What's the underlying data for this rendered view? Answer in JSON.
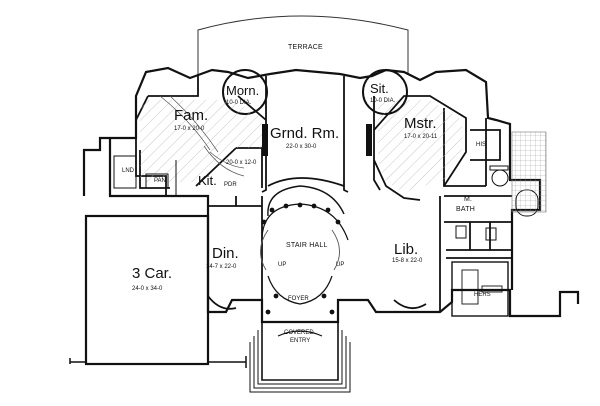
{
  "rooms": {
    "terrace": {
      "name": "TERRACE"
    },
    "morning": {
      "name": "Morn.",
      "dim": "10-0 DIA."
    },
    "sitting": {
      "name": "Sit.",
      "dim": "10-0 DIA."
    },
    "family": {
      "name": "Fam.",
      "dim": "17-0 x 20-0"
    },
    "grand_room": {
      "name": "Grnd. Rm.",
      "dim": "22-0 x 30-0"
    },
    "master": {
      "name": "Mstr.",
      "dim": "17-0 x 20-11"
    },
    "kitchen": {
      "name": "Kit.",
      "dim": "20-0 x 12-0"
    },
    "his": {
      "name": "HIS"
    },
    "hers": {
      "name": "HERS"
    },
    "pan": {
      "name": "PAN"
    },
    "laundry": {
      "name": "LND"
    },
    "powder": {
      "name": "PDR"
    },
    "master_bath": {
      "name": "M.",
      "name2": "BATH"
    },
    "stair_hall": {
      "name": "STAIR HALL"
    },
    "dining": {
      "name": "Din.",
      "dim": "14-7 x 22-0"
    },
    "library": {
      "name": "Lib.",
      "dim": "15-8 x 22-0"
    },
    "garage": {
      "name": "3 Car.",
      "dim": "24-0 x 34-0"
    },
    "foyer": {
      "name": "FOYER"
    },
    "covered_entry": {
      "name": "COVERED",
      "name2": "ENTRY"
    },
    "up_left": {
      "name": "UP"
    },
    "up_right": {
      "name": "UP"
    }
  },
  "colors": {
    "line": "#1a1a1a",
    "wall": "#111111",
    "hatch": "#9a9a9a",
    "background": "#ffffff"
  }
}
